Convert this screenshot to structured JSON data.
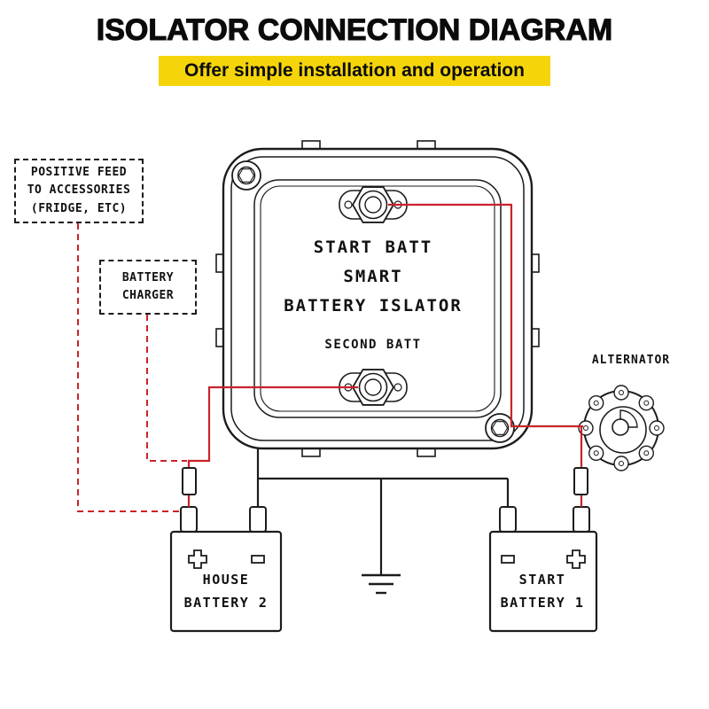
{
  "header": {
    "title": "ISOLATOR CONNECTION DIAGRAM",
    "subtitle": "Offer simple installation and operation"
  },
  "colors": {
    "wire_red": "#C9232A",
    "line_black": "#1C1C1C",
    "highlight_yellow": "#F5D50A"
  },
  "callouts": {
    "accessories": {
      "lines": [
        "POSITIVE FEED",
        "TO ACCESSORIES",
        "(FRIDGE, ETC)"
      ]
    },
    "charger": {
      "lines": [
        "BATTERY",
        "CHARGER"
      ]
    }
  },
  "isolator": {
    "top_terminal_label": "START BATT",
    "brand_line": "SMART",
    "device_line": "BATTERY ISLATOR",
    "bottom_terminal_label": "SECOND BATT"
  },
  "alternator": {
    "label": "ALTERNATOR"
  },
  "batteries": {
    "house": {
      "lines": [
        "HOUSE",
        "BATTERY 2"
      ],
      "left_terminal": "+",
      "right_terminal": "-"
    },
    "start": {
      "lines": [
        "START",
        "BATTERY 1"
      ],
      "left_terminal": "-",
      "right_terminal": "+"
    }
  }
}
